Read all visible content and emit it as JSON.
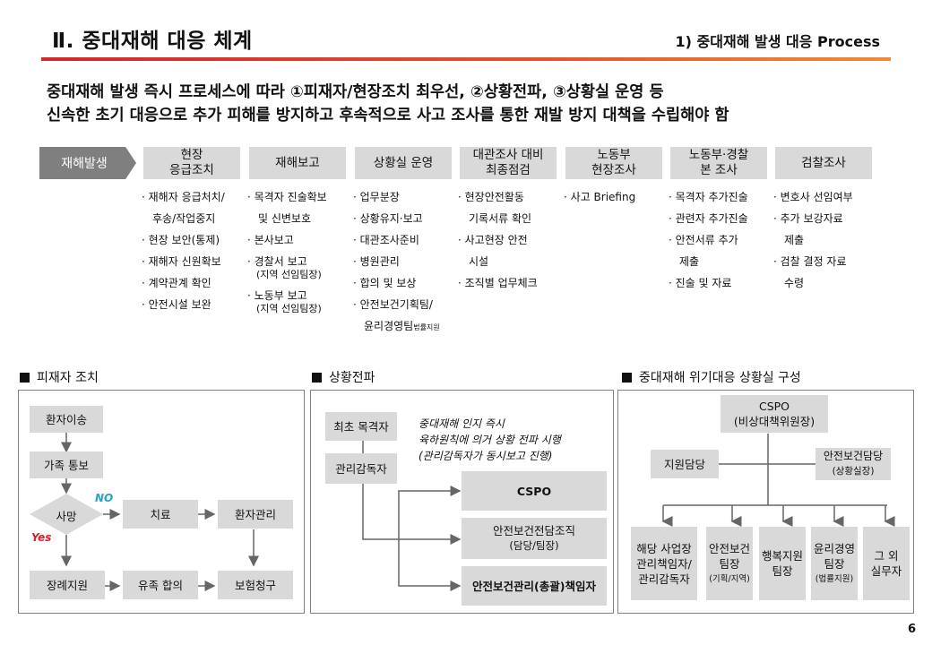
{
  "header": {
    "title": "Ⅱ. 중대재해 대응 체계",
    "subtitle": "1) 중대재해 발생 대응 Process"
  },
  "intro": {
    "line1": "중대재해 발생 즉시 프로세스에 따라 ①피재자/현장조치 최우선, ②상황전파, ③상황실 운영 등",
    "line2": "신속한 초기 대응으로 추가 피해를 방지하고 후속적으로 사고 조사를 통한 재발 방지 대책을 수립해야 함"
  },
  "process": {
    "start": "재해발생",
    "stages": [
      {
        "l1": "현장",
        "l2": "응급조치"
      },
      {
        "l1": "재해보고",
        "l2": ""
      },
      {
        "l1": "상황실 운영",
        "l2": ""
      },
      {
        "l1": "대관조사 대비",
        "l2": "최종점검"
      },
      {
        "l1": "노동부",
        "l2": "현장조사"
      },
      {
        "l1": "노동부·경찰",
        "l2": "본 조사"
      },
      {
        "l1": "검찰조사",
        "l2": ""
      }
    ],
    "col1": [
      "· 재해자 응급처치/",
      "후송/작업중지",
      "· 현장 보안(통제)",
      "· 재해자 신원확보",
      "· 계약관계 확인",
      "· 안전시설 보완"
    ],
    "col2": [
      "· 목격자 진술확보",
      "및 신변보호",
      "· 본사보고",
      "· 경찰서 보고",
      "(지역 선임팀장)",
      "· 노동부 보고",
      "(지역 선임팀장)"
    ],
    "col3": [
      "· 업무분장",
      "· 상황유지·보고",
      "· 대관조사준비",
      "· 병원관리",
      "· 합의 및 보상",
      "· 안전보건기획팀/",
      "윤리경영팀",
      "법률지원"
    ],
    "col4": [
      "· 현장안전활동",
      "기록서류 확인",
      "· 사고현장 안전",
      "시설",
      "· 조직별 업무체크"
    ],
    "col5": [
      "· 사고 Briefing"
    ],
    "col6": [
      "· 목격자 추가진술",
      "· 관련자 추가진술",
      "· 안전서류 추가",
      "제출",
      "· 진술 및 자료"
    ],
    "col7": [
      "· 변호사 선임여부",
      "· 추가 보강자료",
      "제출",
      "· 검찰 결정 자료",
      "수령"
    ]
  },
  "victim": {
    "heading": "피재자 조치",
    "transfer": "환자이송",
    "family": "가족 통보",
    "death": "사망",
    "no": "NO",
    "yes": "Yes",
    "treatment": "치료",
    "patient_mgmt": "환자관리",
    "funeral": "장례지원",
    "agreement": "유족 합의",
    "insurance": "보험청구",
    "no_color": "#27a2c9",
    "yes_color": "#d71f28"
  },
  "spread": {
    "heading": "상황전파",
    "witness": "최초 목격자",
    "supervisor": "관리감독자",
    "note1": "중대재해 인지 즉시",
    "note2": "육하원칙에 의거 상황 전파 시행",
    "note3": "(관리감독자가 동시보고 진행)",
    "cspo": "CSPO",
    "safety_org_l1": "안전보건전담조직",
    "safety_org_l2": "(담당/팀장)",
    "manager": "안전보건관리(총괄)책임자"
  },
  "crisis": {
    "heading": "중대재해 위기대응 상황실 구성",
    "cspo_l1": "CSPO",
    "cspo_l2": "(비상대책위원장)",
    "support": "지원담당",
    "safety_l1": "안전보건담당",
    "safety_l2": "(상황실장)",
    "team1_l1": "해당 사업장",
    "team1_l2": "관리책임자/",
    "team1_l3": "관리감독자",
    "team2_l1": "안전보건",
    "team2_l2": "팀장",
    "team2_l3": "(기획/지역)",
    "team3_l1": "행복지원",
    "team3_l2": "팀장",
    "team4_l1": "윤리경영",
    "team4_l2": "팀장",
    "team4_l3": "(법률지원)",
    "team5_l1": "그 외",
    "team5_l2": "실무자"
  },
  "page_number": "6"
}
